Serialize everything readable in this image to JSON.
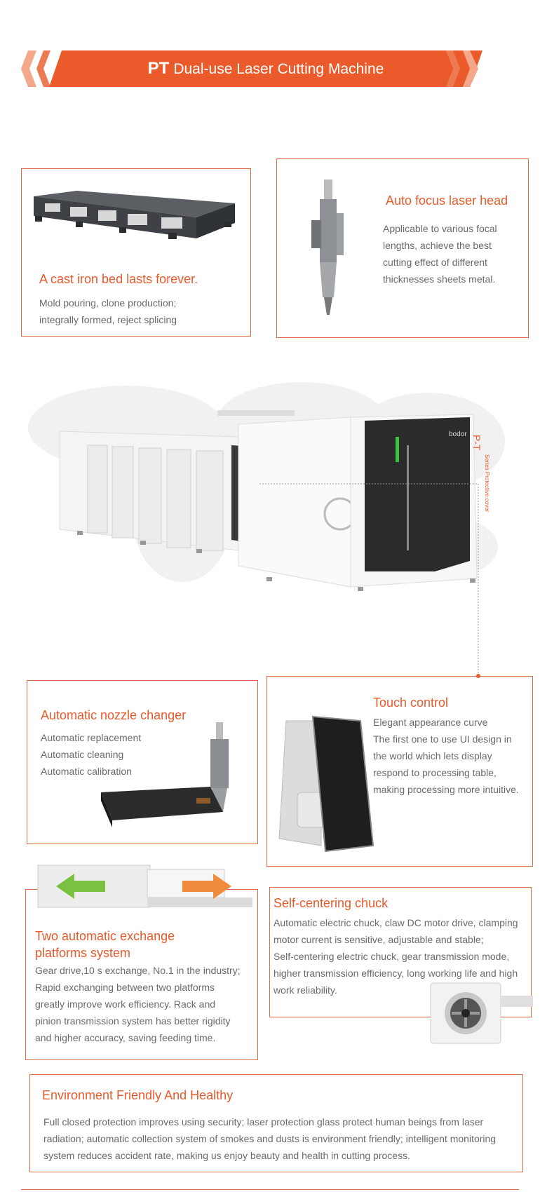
{
  "banner": {
    "title_bold": "PT",
    "title_rest": "Dual-use Laser Cutting Machine"
  },
  "cast_bed": {
    "heading": "A cast iron bed lasts forever.",
    "lines": [
      "Mold pouring, clone production;",
      "integrally formed, reject splicing"
    ]
  },
  "laser_head": {
    "heading": "Auto focus laser head",
    "lines": [
      "Applicable to various focal",
      "lengths, achieve the best",
      "cutting effect of different",
      "thicknesses sheets metal."
    ]
  },
  "machine": {
    "brand_label": "bodor",
    "cover_label": "P-T",
    "cover_sub": "Series Protective cover"
  },
  "nozzle": {
    "heading": "Automatic nozzle changer",
    "lines": [
      "Automatic replacement",
      "Automatic cleaning",
      "Automatic calibration"
    ]
  },
  "touch": {
    "heading": "Touch control",
    "lines": [
      "Elegant appearance curve",
      "The first one to use UI design in",
      "the world which lets display",
      "respond to processing table,",
      "making processing more intuitive."
    ]
  },
  "exchange": {
    "heading_1": "Two automatic exchange",
    "heading_2": "platforms system",
    "lines": [
      "Gear drive,10 s exchange, No.1 in the industry;",
      "Rapid exchanging between two platforms",
      "greatly improve work efficiency. Rack and",
      "pinion transmission system has better rigidity",
      "and higher accuracy, saving feeding time."
    ]
  },
  "chuck": {
    "heading": "Self-centering chuck",
    "lines": [
      "Automatic electric chuck, claw DC motor drive, clamping",
      "motor current is sensitive, adjustable and stable;",
      "Self-centering electric chuck, gear transmission mode,",
      "higher transmission efficiency, long working life and high",
      "work reliability."
    ]
  },
  "environment": {
    "heading": "Environment Friendly And Healthy",
    "lines": [
      "Full closed protection improves using security; laser protection glass protect human beings from laser",
      "radiation; automatic collection system of smokes and dusts is environment friendly; intelligent monitoring",
      "system reduces accident rate, making us enjoy beauty and health in cutting process."
    ]
  },
  "colors": {
    "accent": "#ea5a2a",
    "dark_panel": "#2b2b2b",
    "green_arrow": "#7ac143",
    "orange_arrow": "#f08a3c"
  }
}
